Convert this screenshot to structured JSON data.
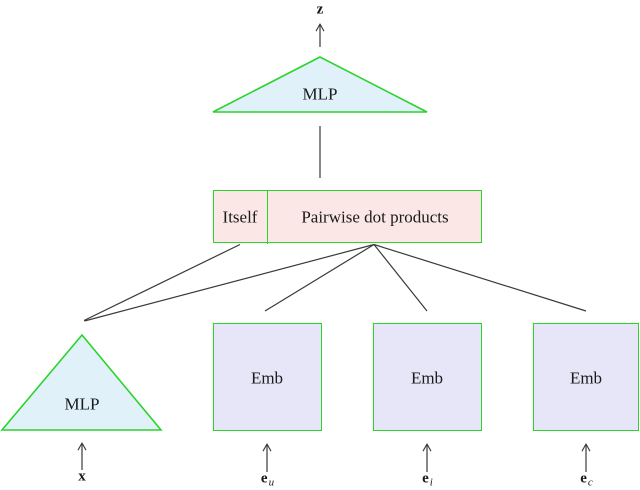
{
  "diagram": {
    "title": "model-architecture-diagram",
    "output": {
      "label": "z"
    },
    "top_mlp": {
      "label": "MLP"
    },
    "interaction_box": {
      "itself_label": "Itself",
      "pairwise_label": "Pairwise dot products"
    },
    "bottom_mlp": {
      "label": "MLP",
      "input": {
        "base": "x",
        "sub": ""
      }
    },
    "emb_blocks": [
      {
        "label": "Emb",
        "input": {
          "base": "e",
          "sub": "u"
        }
      },
      {
        "label": "Emb",
        "input": {
          "base": "e",
          "sub": "i"
        }
      },
      {
        "label": "Emb",
        "input": {
          "base": "e",
          "sub": "c"
        }
      }
    ],
    "colors": {
      "shape_border_green": "#2bd42b",
      "mlp_triangle_fill": "#e1f1fa",
      "interaction_box_fill": "#fce7e7",
      "emb_box_fill": "#e6e6f8",
      "wire_color": "#3a3a3a",
      "background": "#ffffff"
    }
  }
}
